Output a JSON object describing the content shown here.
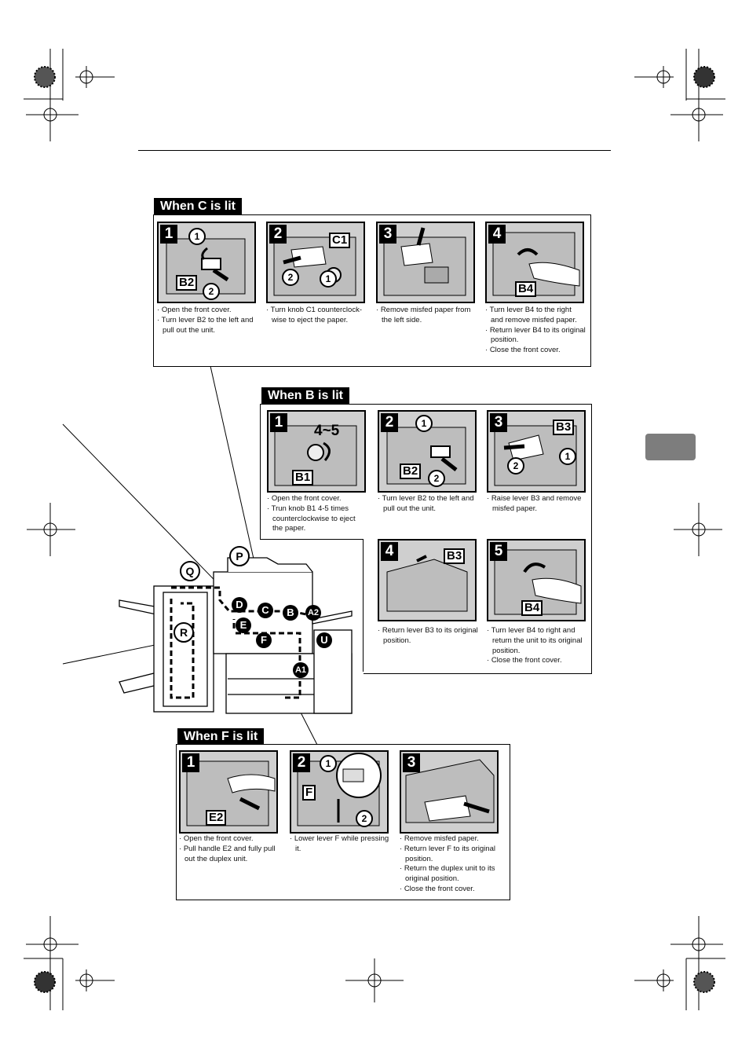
{
  "section_c": {
    "title": "When C is lit",
    "steps": [
      {
        "num": "1",
        "tags": [
          "B2"
        ],
        "circles": [
          "1",
          "2"
        ],
        "caption": [
          "Open the front cover.",
          "Turn lever B2 to the left and pull out the unit."
        ]
      },
      {
        "num": "2",
        "tags": [
          "C1"
        ],
        "circles": [
          "2",
          "1"
        ],
        "caption": [
          "Turn knob C1 counterclock-wise to eject the paper."
        ]
      },
      {
        "num": "3",
        "tags": [],
        "circles": [],
        "caption": [
          "Remove misfed paper from the left side."
        ]
      },
      {
        "num": "4",
        "tags": [
          "B4"
        ],
        "circles": [],
        "caption": [
          "Turn lever B4 to the right and remove misfed paper.",
          "Return lever B4 to its original position.",
          "Close the front cover."
        ]
      }
    ]
  },
  "section_b": {
    "title": "When B is lit",
    "steps": [
      {
        "num": "1",
        "tags": [
          "4~5",
          "B1"
        ],
        "circles": [],
        "caption": [
          "Open the front cover.",
          "Trun knob B1 4-5 times counterclockwise to eject the paper."
        ]
      },
      {
        "num": "2",
        "tags": [
          "B2"
        ],
        "circles": [
          "1",
          "2"
        ],
        "caption": [
          "Turn lever B2 to the left and pull out the unit."
        ]
      },
      {
        "num": "3",
        "tags": [
          "B3"
        ],
        "circles": [
          "1",
          "2"
        ],
        "caption": [
          "Raise lever B3 and remove misfed paper."
        ]
      },
      {
        "num": "4",
        "tags": [
          "B3"
        ],
        "circles": [],
        "caption": [
          "Return lever B3 to its original position."
        ]
      },
      {
        "num": "5",
        "tags": [
          "B4"
        ],
        "circles": [],
        "caption": [
          "Turn lever B4 to right and return the unit to its original position.",
          "Close the front cover."
        ]
      }
    ]
  },
  "section_f": {
    "title": "When F is lit",
    "steps": [
      {
        "num": "1",
        "tags": [
          "E2"
        ],
        "circles": [],
        "caption": [
          "Open the front cover.",
          "Pull handle E2 and fully pull out the duplex unit."
        ]
      },
      {
        "num": "2",
        "tags": [
          "F"
        ],
        "circles": [
          "1",
          "2"
        ],
        "caption": [
          "Lower lever F while pressing it."
        ]
      },
      {
        "num": "3",
        "tags": [],
        "circles": [],
        "caption": [
          "Remove misfed paper.",
          "Return lever F to its original position.",
          "Return the duplex unit to its original position.",
          "Close the front cover."
        ]
      }
    ]
  },
  "machine": {
    "locations": [
      "P",
      "Q",
      "R",
      "D",
      "C",
      "B",
      "A2",
      "E",
      "F",
      "U",
      "A1"
    ]
  },
  "colors": {
    "panel_bg": "#cfcfcf",
    "tab_gray": "#7d7d7d"
  }
}
